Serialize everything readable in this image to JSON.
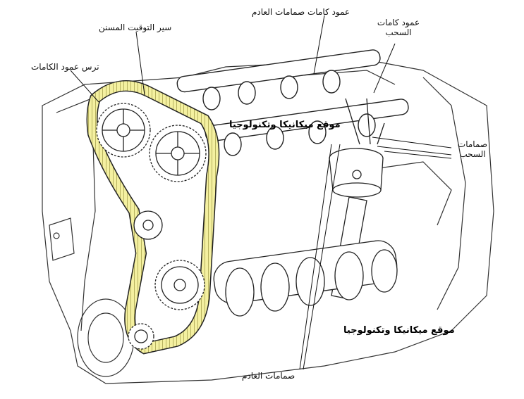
{
  "labels": {
    "timing_belt": "سير التوقيت المسنن",
    "camshaft_gear": "ترس عمود الكامات",
    "exhaust_camshaft": "عمود كامات صمامات العادم",
    "intake_camshaft": "عمود كامات السحب",
    "intake_valves": "صمامات السحب",
    "exhaust_valves": "صمامات العادم"
  },
  "watermarks": {
    "top": "موقع ميكانيكا وتكنولوجيا",
    "bottom": "موقع ميكانيكا وتكنولوجيا"
  },
  "colors": {
    "belt": "#f4f0a0",
    "line": "#222222"
  }
}
